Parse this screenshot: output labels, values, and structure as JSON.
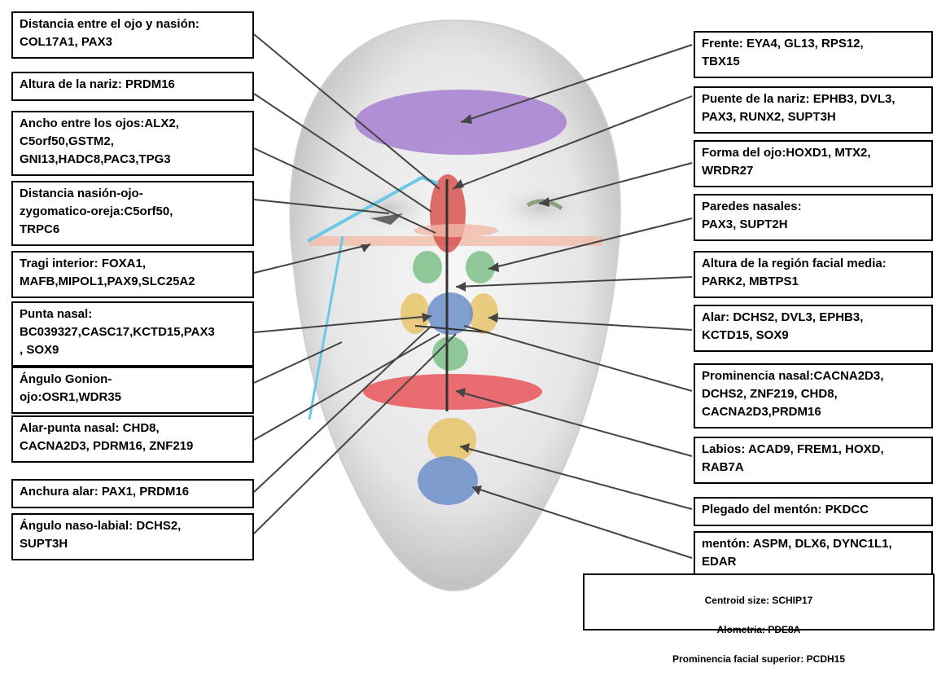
{
  "left_labels": [
    {
      "id": "eye-nasion-distance",
      "text": "Distancia entre el ojo y nasión:\nCOL17A1, PAX3"
    },
    {
      "id": "nose-height",
      "text": "Altura de la nariz: PRDM16"
    },
    {
      "id": "eye-width",
      "text": "Ancho entre los ojos:ALX2,\nC5orf50,GSTM2,\nGNI13,HADC8,PAC3,TPG3"
    },
    {
      "id": "nasion-eye-zygomatic-ear",
      "text": "Distancia nasión-ojo-\nzygomatico-oreja:C5orf50,\nTRPC6"
    },
    {
      "id": "inner-tragus",
      "text": "Tragi interior: FOXA1,\nMAFB,MIPOL1,PAX9,SLC25A2"
    },
    {
      "id": "nasal-tip",
      "text": "Punta nasal:\nBC039327,CASC17,KCTD15,PAX3\n, SOX9"
    },
    {
      "id": "gonion-eye-angle",
      "text": "Ángulo Gonion-\nojo:OSR1,WDR35"
    },
    {
      "id": "alar-nasal-tip",
      "text": "Alar-punta nasal:  CHD8,\nCACNA2D3, PDRM16, ZNF219"
    },
    {
      "id": "alar-width",
      "text": "Anchura alar: PAX1, PRDM16"
    },
    {
      "id": "nasolabial-angle",
      "text": "Ángulo naso-labial: DCHS2,\nSUPT3H"
    }
  ],
  "right_labels": [
    {
      "id": "forehead",
      "text": "Frente: EYA4, GL13, RPS12,\nTBX15"
    },
    {
      "id": "nose-bridge",
      "text": "Puente de la nariz: EPHB3, DVL3,\nPAX3, RUNX2, SUPT3H"
    },
    {
      "id": "eye-shape",
      "text": "Forma del ojo:HOXD1, MTX2,\nWRDR27"
    },
    {
      "id": "nasal-walls",
      "text": "Paredes nasales:\nPAX3, SUPT2H"
    },
    {
      "id": "midface-height",
      "text": "Altura de la región facial media:\nPARK2, MBTPS1"
    },
    {
      "id": "alar",
      "text": "Alar: DCHS2, DVL3, EPHB3,\nKCTD15, SOX9"
    },
    {
      "id": "nasal-prominence",
      "text": "Prominencia nasal:CACNA2D3,\nDCHS2, ZNF219, CHD8,\nCACNA2D3,PRDM16"
    },
    {
      "id": "lips",
      "text": "Labios: ACAD9, FREM1, HOXD,\nRAB7A"
    },
    {
      "id": "chin-fold",
      "text": "Plegado del mentón: PKDCC"
    },
    {
      "id": "chin",
      "text": "mentón: ASPM, DLX6, DYNC1L1,\nEDAR"
    }
  ],
  "bottom_box": {
    "line1": "Centroid size: SCHIP17",
    "line2": "Alometria: PDE8A",
    "line3": "Prominencia facial superior: PCDH15"
  },
  "colors": {
    "forehead": "#a77fd0",
    "nose-red": "#d9534f",
    "green": "#7fbf8a",
    "yellow": "#e8c46a",
    "blue": "#6b8fc9",
    "pink-band": "#f2b9a6",
    "cyan-line": "#6cc9e6",
    "lips-red": "#e8555a"
  }
}
